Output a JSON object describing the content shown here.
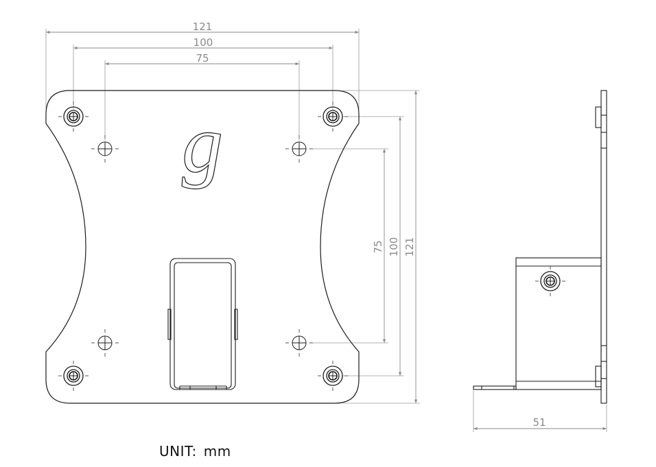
{
  "logo": "g",
  "front_view": {
    "dimensions": {
      "overall_width": "121",
      "pattern_100_width": "100",
      "pattern_75_width": "75",
      "pattern_75_height": "75",
      "pattern_100_height": "100",
      "overall_height": "121"
    }
  },
  "side_view": {
    "dimensions": {
      "depth": "51"
    }
  },
  "unit": {
    "label": "UNIT:",
    "value": "mm"
  },
  "colors": {
    "line": "#1a1a1a",
    "dimension": "#8a8a8a"
  }
}
